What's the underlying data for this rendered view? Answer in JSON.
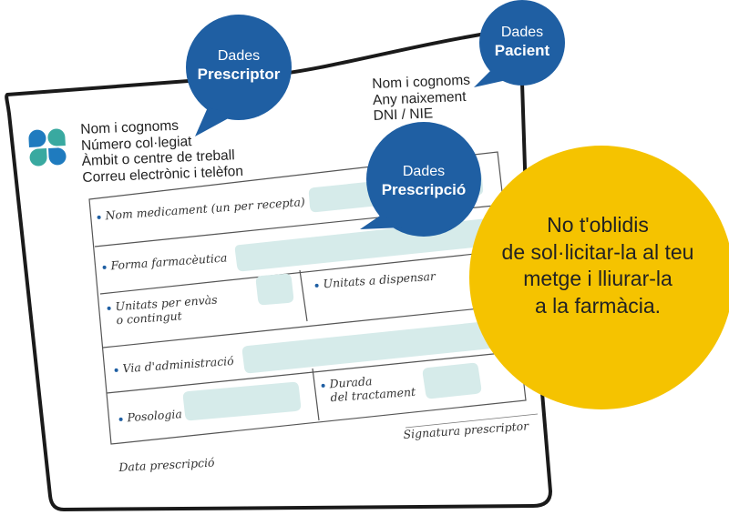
{
  "prescriber": {
    "lines": [
      "Nom i cognoms",
      "Número col·legiat",
      "Àmbit o centre de treball",
      "Correu electrònic i telèfon"
    ]
  },
  "patient": {
    "lines": [
      "Nom i cognoms",
      "Any naixement",
      "DNI / NIE"
    ]
  },
  "bubbles": {
    "prescriptor": {
      "line1": "Dades",
      "line2": "Prescriptor"
    },
    "pacient": {
      "line1": "Dades",
      "line2": "Pacient"
    },
    "prescripcio": {
      "line1": "Dades",
      "line2": "Prescripció"
    }
  },
  "fields": {
    "medicament": "Nom medicament (un per recepta)",
    "forma": "Forma farmacèutica",
    "unitats_envas": [
      "Unitats per envàs",
      "o contingut"
    ],
    "unitats_dispensar": "Unitats a dispensar",
    "via": "Via d'administració",
    "posologia": "Posologia",
    "durada": [
      "Durada",
      "del tractament"
    ]
  },
  "footer": {
    "signatura": "Signatura prescriptor",
    "data": "Data prescripció"
  },
  "note": {
    "lines": [
      "No t'oblidis",
      "de sol·licitar-la al teu",
      "metge i lliurar-la",
      "a la farmàcia."
    ]
  },
  "colors": {
    "bubble_blue": "#1f5fa3",
    "note_yellow": "#f5c300",
    "field_fill": "#d6ebea",
    "logo_blue": "#1f7bbf",
    "logo_teal": "#39a9a0"
  }
}
